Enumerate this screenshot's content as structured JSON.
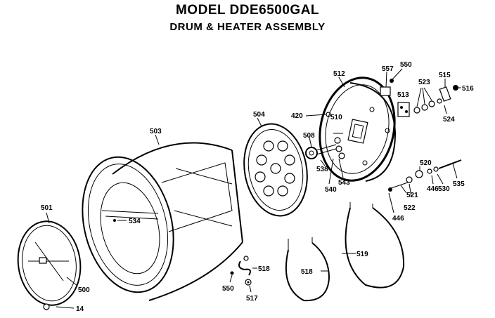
{
  "header": {
    "title": "MODEL DDE6500GAL",
    "subtitle": "DRUM & HEATER ASSEMBLY"
  },
  "parts": {
    "p501": "501",
    "p500": "500",
    "p14": "14",
    "p503": "503",
    "p534": "534",
    "p504": "504",
    "p420": "420",
    "p508": "508",
    "p510": "510",
    "p512": "512",
    "p538": "538",
    "p540": "540",
    "p543": "543",
    "p557": "557",
    "p550a": "550",
    "p523": "523",
    "p513": "513",
    "p515": "515",
    "p516": "516",
    "p524": "524",
    "p520": "520",
    "p521": "521",
    "p522": "522",
    "p446a": "446",
    "p446b": "446",
    "p530": "530",
    "p535": "535",
    "p518a": "518",
    "p518b": "518",
    "p519": "519",
    "p550b": "550",
    "p517": "517"
  }
}
